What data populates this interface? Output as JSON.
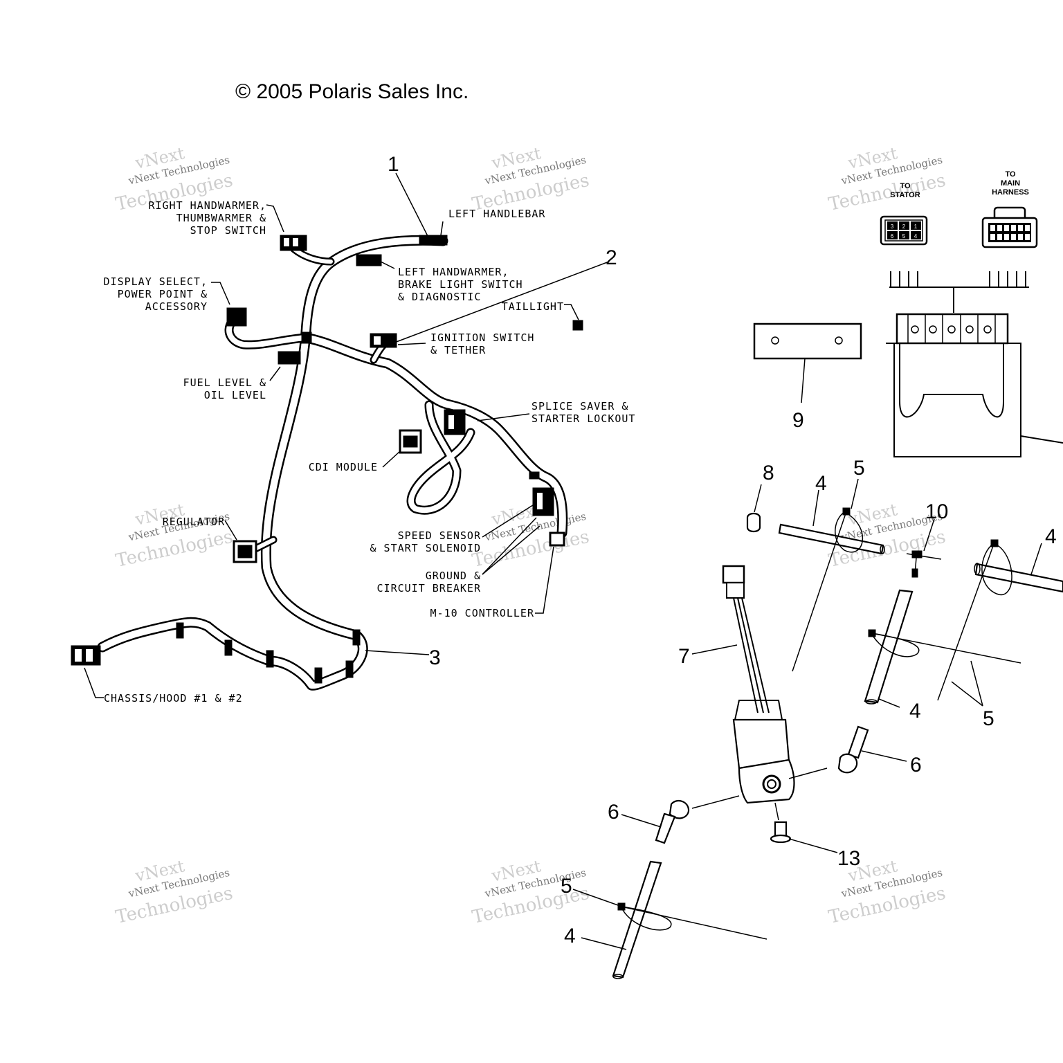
{
  "copyright": "© 2005 Polaris Sales Inc.",
  "watermark": {
    "line1": "vNext",
    "line2": "vNext Technologies",
    "line3": "Technologies"
  },
  "callouts": {
    "right_handwarmer": [
      "RIGHT HANDWARMER,",
      "THUMBWARMER &",
      "STOP SWITCH"
    ],
    "left_handlebar": "LEFT HANDLEBAR",
    "left_handwarmer": [
      "LEFT HANDWARMER,",
      "BRAKE LIGHT SWITCH",
      "& DIAGNOSTIC"
    ],
    "display_select": [
      "DISPLAY SELECT,",
      "POWER POINT &",
      "ACCESSORY"
    ],
    "taillight": "TAILLIGHT",
    "ignition_switch": [
      "IGNITION SWITCH",
      "& TETHER"
    ],
    "fuel_level": [
      "FUEL LEVEL &",
      "OIL LEVEL"
    ],
    "splice_saver": [
      "SPLICE SAVER &",
      "STARTER LOCKOUT"
    ],
    "cdi_module": "CDI MODULE",
    "regulator": "REGULATOR",
    "speed_sensor": [
      "SPEED SENSOR",
      "& START SOLENOID"
    ],
    "ground": [
      "GROUND &",
      "CIRCUIT BREAKER"
    ],
    "m10": "M-10 CONTROLLER",
    "chassis": "CHASSIS/HOOD #1 & #2",
    "to_stator": [
      "TO",
      "STATOR"
    ],
    "to_main": [
      "TO",
      "MAIN",
      "HARNESS"
    ]
  },
  "part_numbers": {
    "p1": "1",
    "p2": "2",
    "p3": "3",
    "p4a": "4",
    "p4b": "4",
    "p4c": "4",
    "p4d": "4",
    "p5a": "5",
    "p5b": "5",
    "p5c": "5",
    "p6a": "6",
    "p6b": "6",
    "p7": "7",
    "p8": "8",
    "p9": "9",
    "p10": "10",
    "p13": "13"
  },
  "stator_pins": [
    "3",
    "2",
    "1",
    "6",
    "5",
    "4"
  ]
}
